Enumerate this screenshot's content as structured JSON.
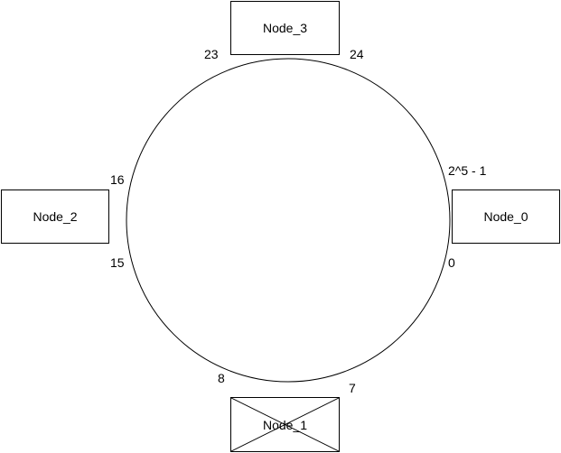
{
  "nodes": {
    "node_0": {
      "label": "Node_0"
    },
    "node_1": {
      "label": "Node_1",
      "marked_removed": true
    },
    "node_2": {
      "label": "Node_2"
    },
    "node_3": {
      "label": "Node_3"
    }
  },
  "ring_positions": {
    "max": "2^5 - 1",
    "zero": "0",
    "seven": "7",
    "eight": "8",
    "fifteen": "15",
    "sixteen": "16",
    "twenty_three": "23",
    "twenty_four": "24"
  },
  "colors": {
    "stroke": "#000000",
    "background": "#ffffff"
  }
}
